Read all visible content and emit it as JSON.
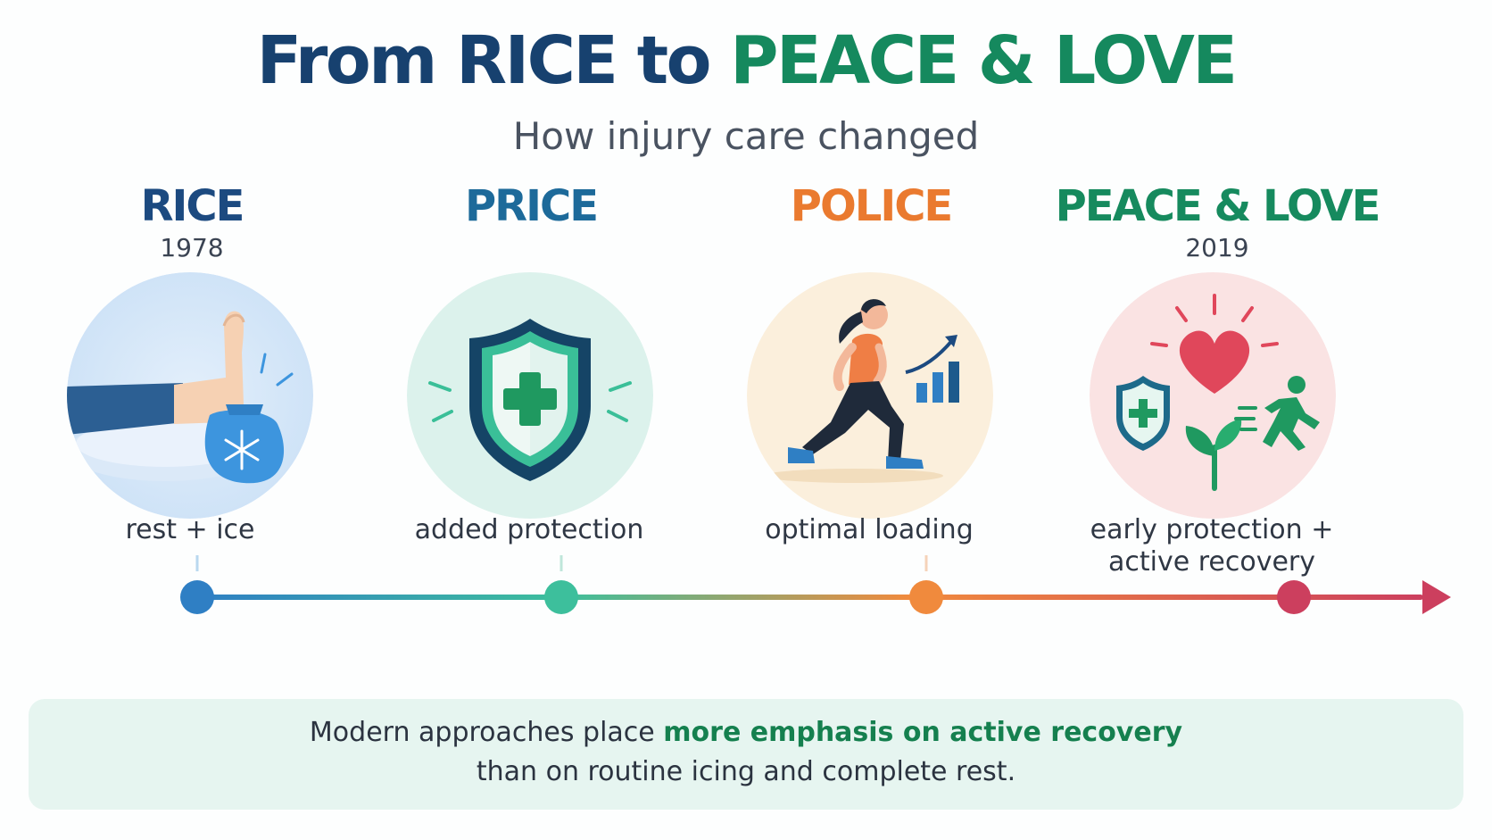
{
  "title": {
    "part1": "From RICE to",
    "part2": "PEACE & LOVE"
  },
  "subtitle": "How injury care changed",
  "stages": [
    {
      "name": "RICE",
      "year": "1978",
      "caption": "rest + ice",
      "color": "#1c4a80",
      "dot_color": "#2f7fc4",
      "icon": "elevated-foot-ice-pack-icon"
    },
    {
      "name": "PRICE",
      "year": "",
      "caption": "added protection",
      "color": "#1d6a9a",
      "dot_color": "#3dbf9c",
      "icon": "protection-shield-icon"
    },
    {
      "name": "POLICE",
      "year": "",
      "caption": "optimal loading",
      "color": "#ea7a2f",
      "dot_color": "#f08a3d",
      "icon": "lunge-exercise-loading-icon"
    },
    {
      "name": "PEACE & LOVE",
      "year": "2019",
      "caption_line1": "early protection +",
      "caption_line2": "active recovery",
      "color": "#168a5e",
      "dot_color": "#cc3f5e",
      "icon": "heart-shield-runner-plant-icon"
    }
  ],
  "note": {
    "before": "Modern approaches place ",
    "highlight": "more emphasis on active recovery",
    "after": "than on routine icing and complete rest."
  },
  "colors": {
    "navy": "#17416f",
    "green": "#15895e",
    "timeline_start": "#2f7fc4",
    "timeline_end": "#cc3f5e",
    "note_bg": "#e6f5f0"
  }
}
